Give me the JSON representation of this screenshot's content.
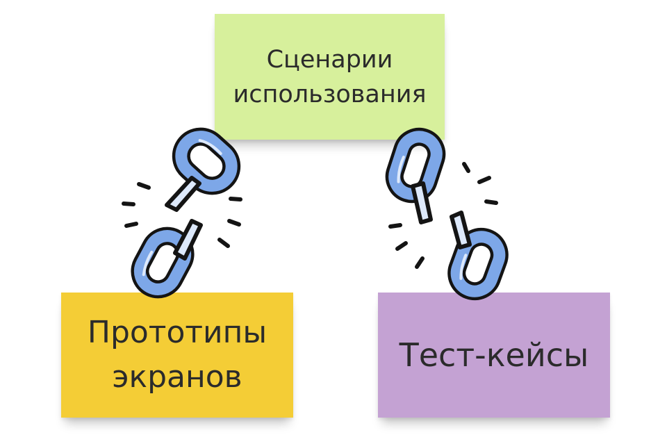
{
  "notes": {
    "top": {
      "label": "Сценарии\nиспользования",
      "color": "#d7f09c"
    },
    "left": {
      "label": "Прототипы\nэкранов",
      "color": "#f4cd36"
    },
    "right": {
      "label": "Тест-кейсы",
      "color": "#c4a2d3"
    }
  },
  "connectors": [
    {
      "from": "Сценарии использования",
      "to": "Прототипы экранов",
      "icon": "broken-chain-icon"
    },
    {
      "from": "Сценарии использования",
      "to": "Тест-кейсы",
      "icon": "broken-chain-icon"
    }
  ],
  "colors": {
    "chain_fill": "#7da7e8",
    "chain_outline": "#141414",
    "chain_highlight": "#dde9fb"
  }
}
